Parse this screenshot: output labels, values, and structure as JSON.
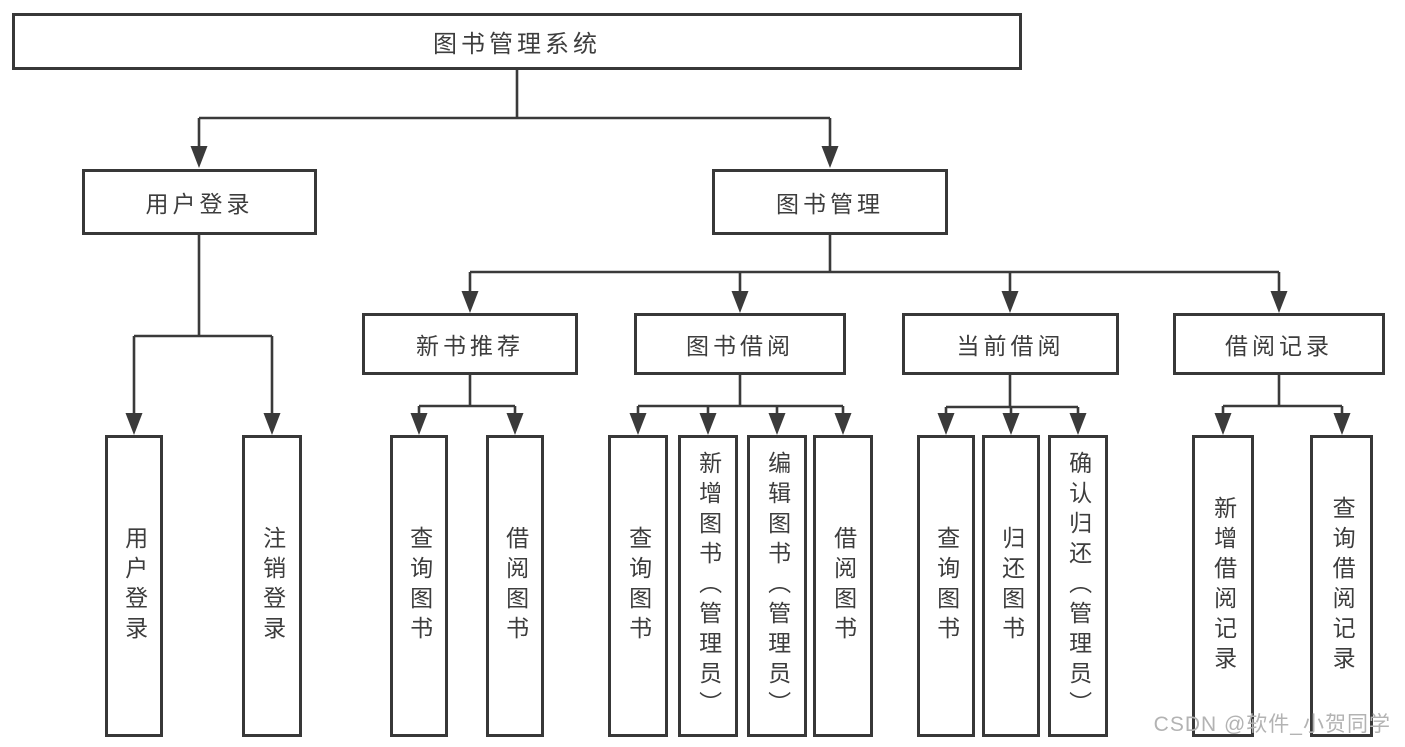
{
  "tree": {
    "label": "图书管理系统",
    "children": [
      {
        "label": "用户登录",
        "children": [
          {
            "label": "用户登录"
          },
          {
            "label": "注销登录"
          }
        ]
      },
      {
        "label": "图书管理",
        "children": [
          {
            "label": "新书推荐",
            "children": [
              {
                "label": "查询图书"
              },
              {
                "label": "借阅图书"
              }
            ]
          },
          {
            "label": "图书借阅",
            "children": [
              {
                "label": "查询图书"
              },
              {
                "label": "新增图书（管理员）"
              },
              {
                "label": "编辑图书（管理员）"
              },
              {
                "label": "借阅图书"
              }
            ]
          },
          {
            "label": "当前借阅",
            "children": [
              {
                "label": "查询图书"
              },
              {
                "label": "归还图书"
              },
              {
                "label": "确认归还（管理员）"
              }
            ]
          },
          {
            "label": "借阅记录",
            "children": [
              {
                "label": "新增借阅记录"
              },
              {
                "label": "查询借阅记录"
              }
            ]
          }
        ]
      }
    ]
  },
  "watermark": {
    "text": "CSDN @软件_小贺同学"
  },
  "colors": {
    "line": "#3a3a3a",
    "border": "#383838",
    "text": "#3d3d3d",
    "background": "#ffffff",
    "watermark": "#b3b3b3"
  }
}
